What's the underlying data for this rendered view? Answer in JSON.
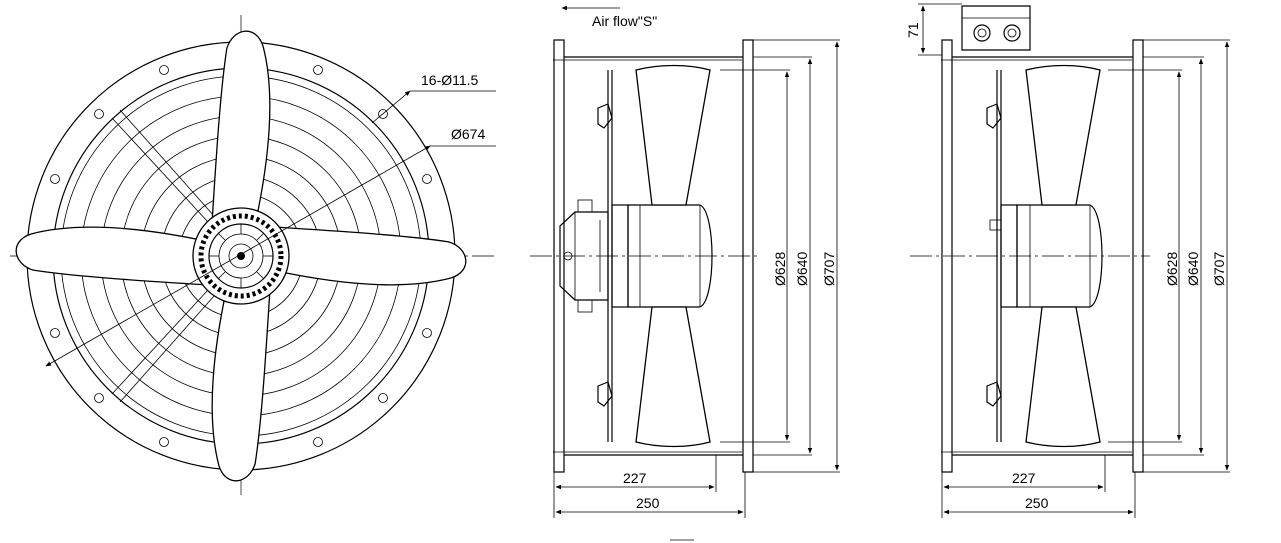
{
  "front_view": {
    "hole_spec": "16-Ø11.5",
    "bolt_circle": "Ø674"
  },
  "side_view_left": {
    "airflow_label": "Air flow\"S\"",
    "dim_d1": "Ø628",
    "dim_d2": "Ø640",
    "dim_d3": "Ø707",
    "dim_depth_inner": "227",
    "dim_depth_total": "250"
  },
  "side_view_right": {
    "dim_height_box": "71",
    "dim_d1": "Ø628",
    "dim_d2": "Ø640",
    "dim_d3": "Ø707",
    "dim_depth_inner": "227",
    "dim_depth_total": "250"
  }
}
